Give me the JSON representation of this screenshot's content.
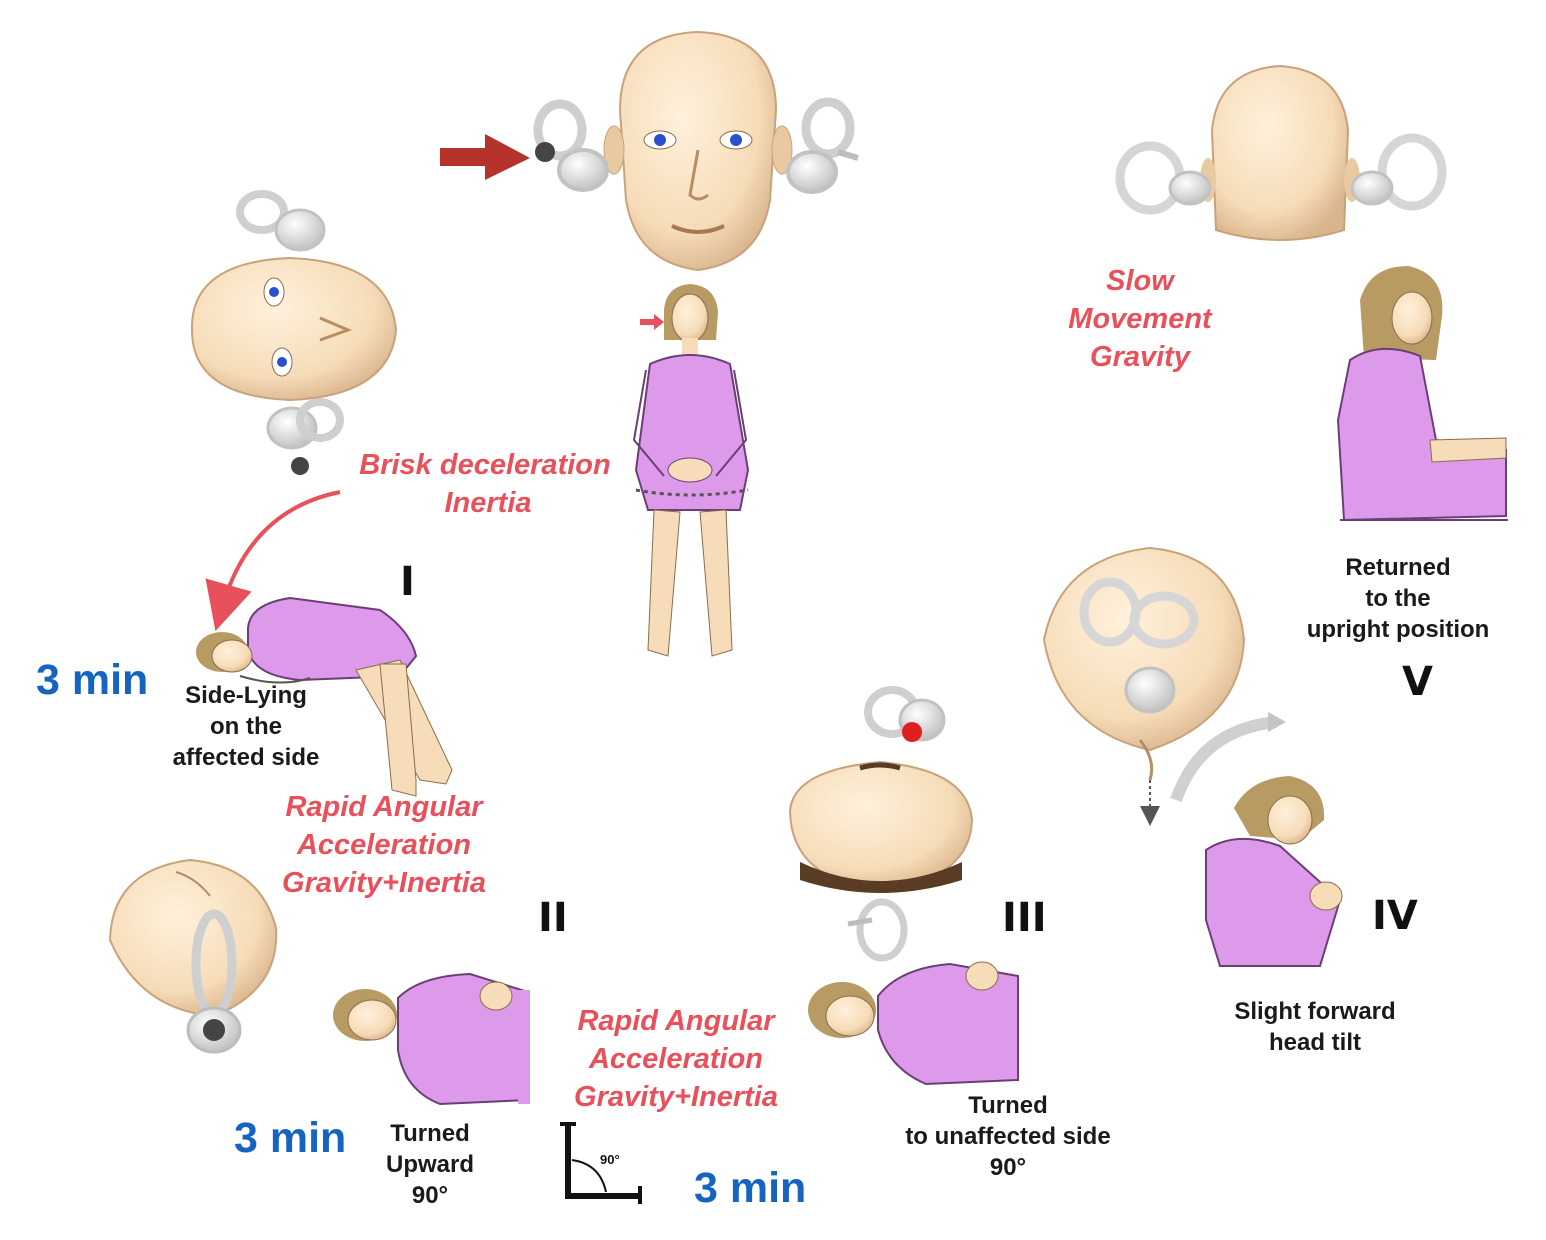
{
  "colors": {
    "skin": "#f6dcb8",
    "skin_shade": "#d9b48c",
    "dress": "#dd99ea",
    "dress_shade": "#b06fc2",
    "hair": "#b89a63",
    "ear_organ": "#e2e2e2",
    "red_text": "#e8505b",
    "time_blue": "#1565c0",
    "arrow_red": "#b5332b"
  },
  "top": {
    "label_lines": [
      "Brisk deceleration",
      "Inertia"
    ]
  },
  "step_1": {
    "roman": "I",
    "time": "3 min",
    "caption_lines": [
      "Side-Lying",
      "on the",
      "affected side"
    ],
    "motion_lines": [
      "Rapid  Angular",
      "Acceleration",
      "Gravity+Inertia"
    ]
  },
  "step_2": {
    "roman": "II",
    "time": "3 min",
    "caption_lines": [
      "Turned",
      "Upward",
      "90°"
    ],
    "motion_lines": [
      "Rapid  Angular",
      "Acceleration",
      "Gravity+Inertia"
    ],
    "angle_mark": "90°"
  },
  "step_3": {
    "roman": "III",
    "time": "3 min",
    "caption_lines": [
      "Turned",
      "to unaffected side",
      "90°"
    ]
  },
  "step_4": {
    "roman": "IV",
    "caption_lines": [
      "Slight forward",
      "head tilt"
    ]
  },
  "step_5": {
    "roman": "V",
    "caption_lines": [
      "Returned",
      "to the",
      "upright position"
    ],
    "motion_lines": [
      "Slow",
      "Movement",
      "Gravity"
    ]
  }
}
